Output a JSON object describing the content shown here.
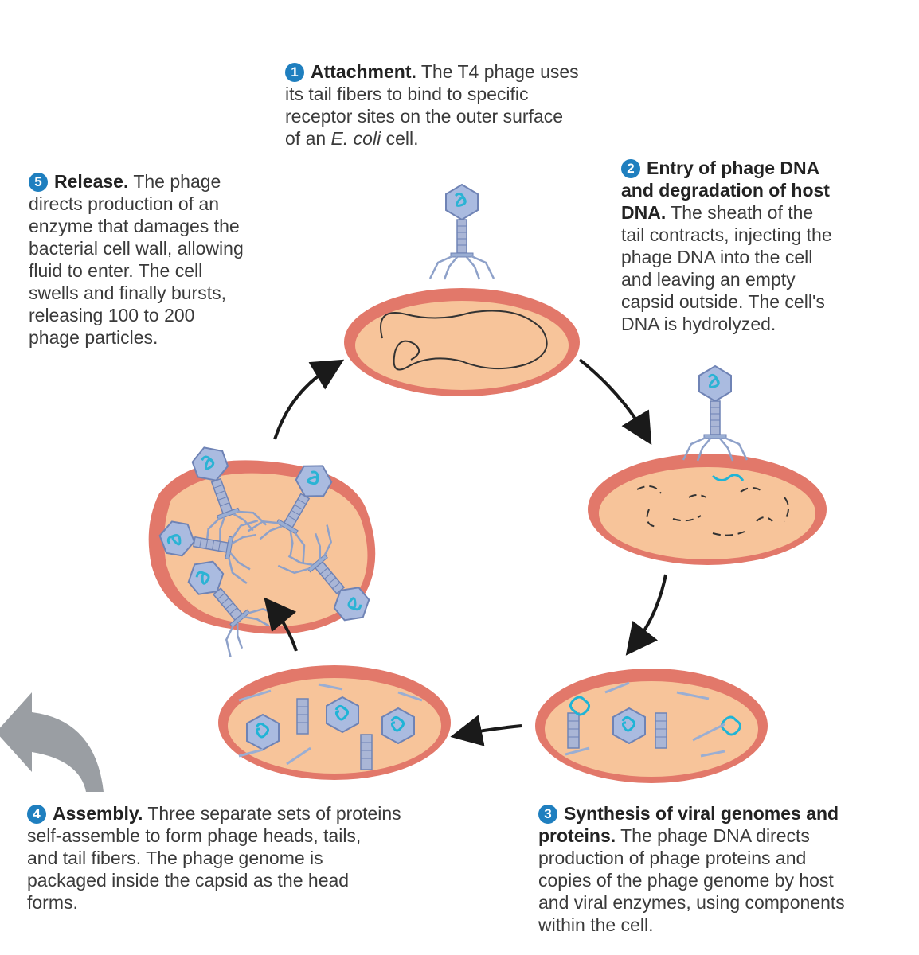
{
  "steps": [
    {
      "number": "1",
      "heading": "Attachment.",
      "body_lead": " The T4 phage uses\nits tail fibers to bind to specific\nreceptor sites on the outer surface\nof an ",
      "body_italic": "E. coli",
      "body_tail": " cell."
    },
    {
      "number": "2",
      "heading": "Entry of phage DNA\nand degradation of host\nDNA.",
      "body": " The sheath of the\ntail contracts, injecting the\nphage DNA into the cell\nand leaving an empty\ncapsid outside. The cell's\nDNA is hydrolyzed."
    },
    {
      "number": "3",
      "heading": "Synthesis of viral genomes and\nproteins.",
      "body": " The phage DNA directs\nproduction of phage proteins and\ncopies of the phage genome by host\nand viral enzymes, using components\nwithin the cell."
    },
    {
      "number": "4",
      "heading": "Assembly.",
      "body": " Three separate sets of proteins\nself-assemble to form phage heads, tails,\nand tail fibers. The phage genome is\npackaged inside the capsid as the head\nforms."
    },
    {
      "number": "5",
      "heading": "Release.",
      "body": " The phage\ndirects production of an\nenzyme that damages the\nbacterial cell wall, allowing\nfluid to enter. The cell\nswells and finally bursts,\nreleasing 100 to 200\nphage particles."
    }
  ],
  "colors": {
    "cell_fill": "#f7c49a",
    "cell_wall": "#e2786a",
    "phage": "#9aaed3",
    "dna": "#1fb4d6",
    "badge": "#1f7fbf",
    "arrow": "#1a1a1a",
    "grey_arrow": "#9a9ea3"
  }
}
